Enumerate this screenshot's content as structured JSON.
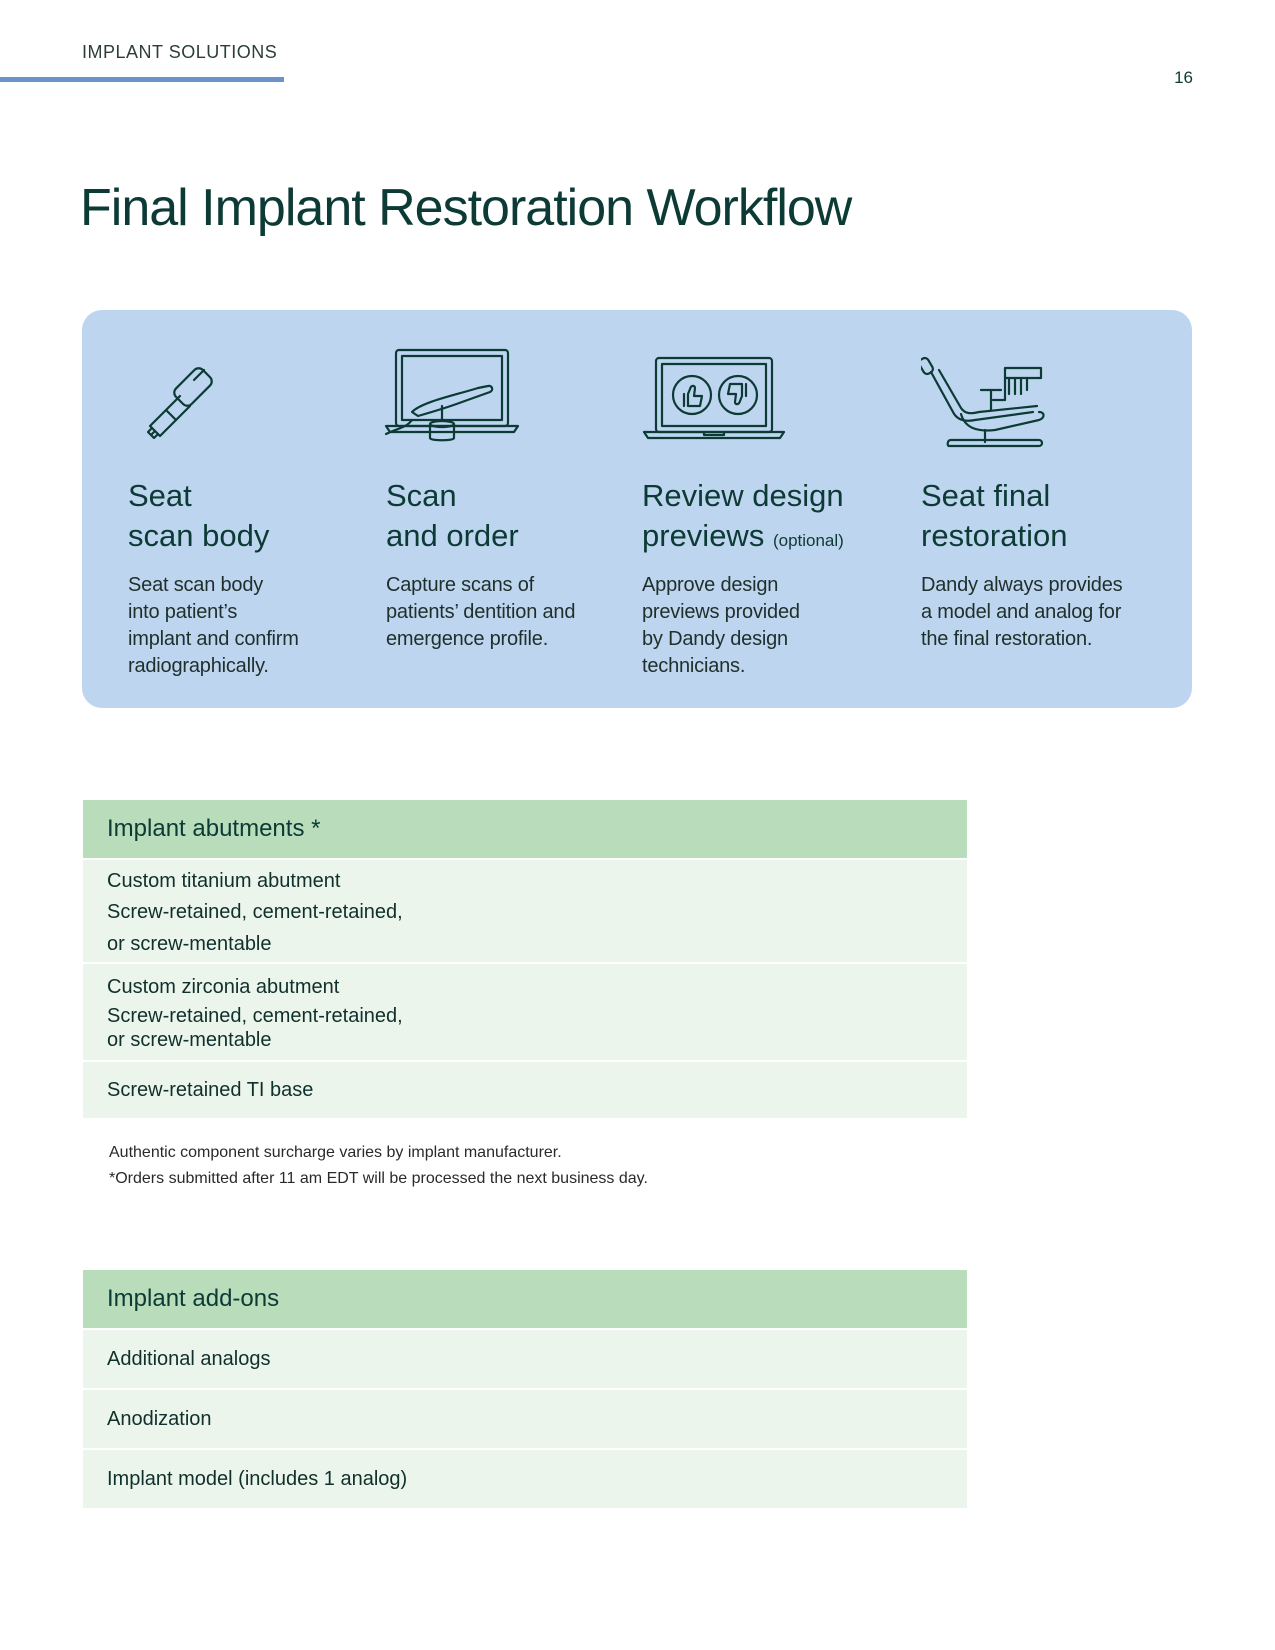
{
  "header": {
    "section_label": "IMPLANT SOLUTIONS",
    "page_number": "16"
  },
  "page_title": "Final Implant Restoration Workflow",
  "workflow": {
    "steps": [
      {
        "icon": "scan-body-icon",
        "title_lines": [
          "Seat",
          "scan body"
        ],
        "desc_lines": [
          "Seat scan body",
          "into patient’s",
          "implant and confirm",
          "radiographically."
        ]
      },
      {
        "icon": "intraoral-scanner-laptop-icon",
        "title_lines": [
          "Scan",
          "and order"
        ],
        "desc_lines": [
          "Capture scans of",
          "patients’ dentition and",
          "emergence profile."
        ]
      },
      {
        "icon": "design-review-laptop-icon",
        "title_lines": [
          "Review design",
          "previews"
        ],
        "title_suffix": "(optional)",
        "desc_lines": [
          "Approve design",
          "previews provided",
          "by Dandy design",
          "technicians."
        ]
      },
      {
        "icon": "dental-chair-icon",
        "title_lines": [
          "Seat final",
          "restoration"
        ],
        "desc_lines": [
          "Dandy always provides",
          "a model and analog for",
          "the final restoration."
        ]
      }
    ]
  },
  "abutments_table": {
    "header": "Implant abutments *",
    "rows": [
      {
        "title": "Custom titanium abutment",
        "sub_lines": [
          "Screw-retained, cement-retained,",
          "or screw-mentable"
        ]
      },
      {
        "title": "Custom zirconia abutment",
        "sub_lines": [
          "Screw-retained, cement-retained,",
          "or screw-mentable"
        ]
      },
      {
        "title": "Screw-retained TI base"
      }
    ]
  },
  "notes": [
    "Authentic component surcharge varies by implant manufacturer.",
    "*Orders submitted after 11 am EDT will be processed the next business day."
  ],
  "addons_table": {
    "header": "Implant add-ons",
    "rows": [
      "Additional analogs",
      "Anodization",
      "Implant model (includes 1 analog)"
    ]
  },
  "colors": {
    "accent_blue": "#6a93cc",
    "panel_blue": "#bed5ef",
    "table_header_green": "#b9dcbb",
    "table_row_green": "#ecf5ec",
    "text_dark_green": "#0c3a35"
  }
}
